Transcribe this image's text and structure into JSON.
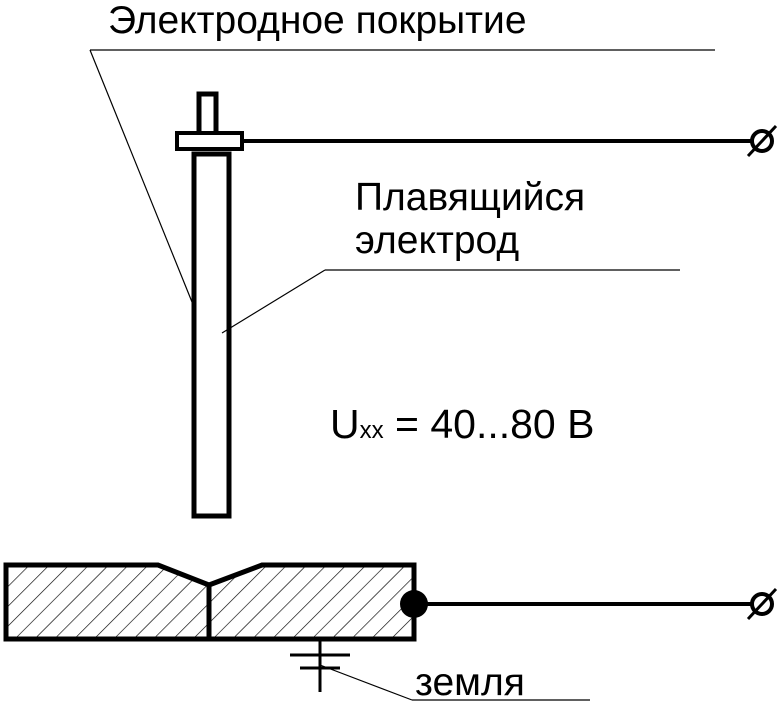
{
  "labels": {
    "coating": "Электродное покрытие",
    "electrode_line1": "Плавящийся",
    "electrode_line2": "электрод",
    "voltage_main": "U",
    "voltage_sub": "хх",
    "voltage_value": " = 40...80 В",
    "ground": "земля"
  },
  "icons": {
    "terminal_top": "terminal-circle-slash-icon",
    "terminal_bottom": "terminal-circle-slash-icon",
    "ground_symbol": "ground-icon"
  },
  "colors": {
    "ink": "#000000",
    "background": "#ffffff"
  }
}
